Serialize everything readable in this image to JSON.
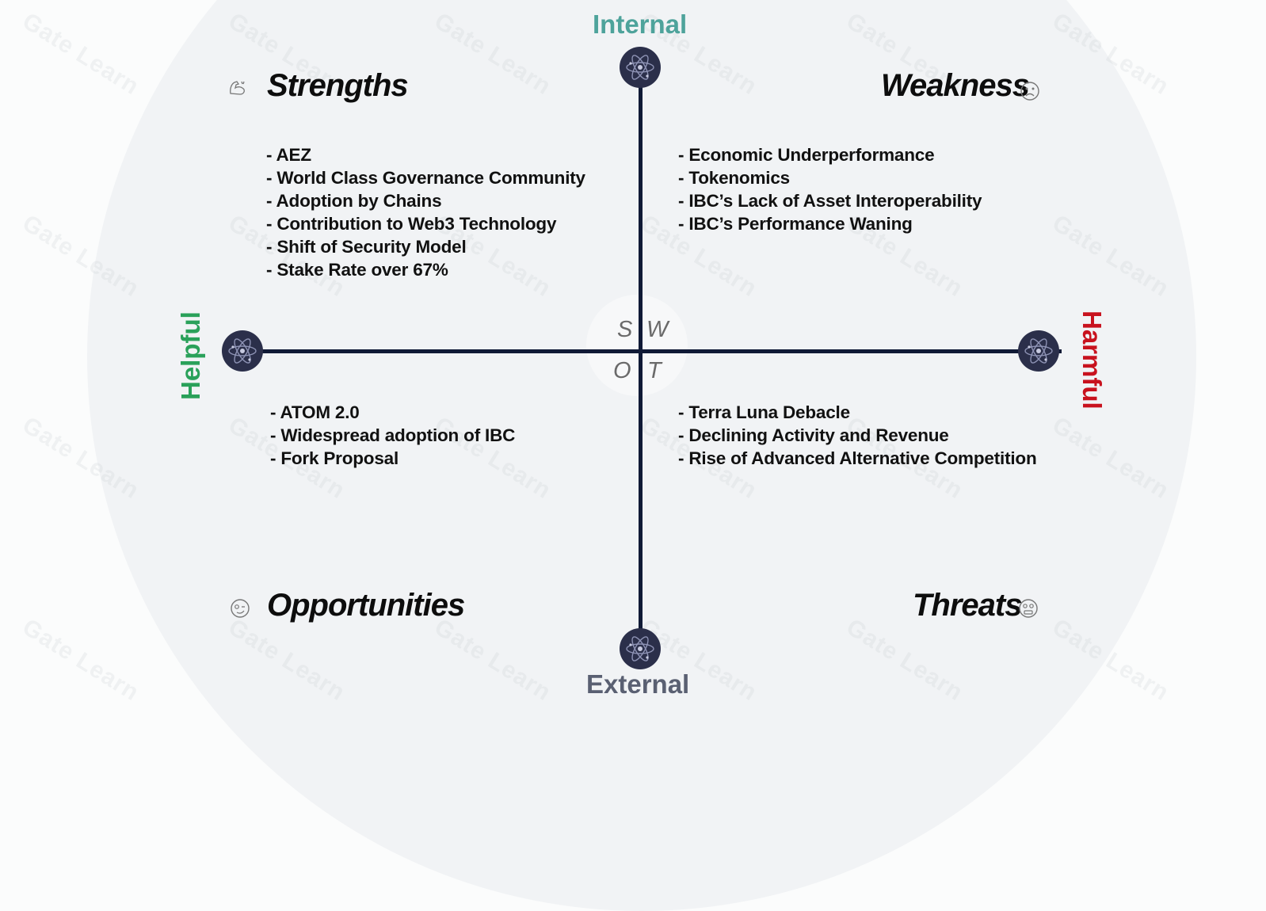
{
  "diagram": {
    "type": "SWOT analysis",
    "watermark": "Gate Learn",
    "axes": {
      "top": "Internal",
      "bottom": "External",
      "left": "Helpful",
      "right": "Harmful"
    },
    "axis_colors": {
      "internal": "#4ea39b",
      "external": "#5a6072",
      "helpful": "#2aa15a",
      "harmful": "#c8121e",
      "lines": "#101a36"
    },
    "center_letters": {
      "s": "S",
      "w": "W",
      "o": "O",
      "t": "T"
    },
    "node_icon": "cosmos-atom-icon",
    "quadrants": {
      "strengths": {
        "title": "Strengths",
        "icon": "flexed-bicep-icon",
        "items": [
          "- AEZ",
          "- World Class Governance Community",
          "- Adoption by Chains",
          "- Contribution to Web3 Technology",
          "- Shift of Security Model",
          "- Stake Rate over 67%"
        ]
      },
      "weakness": {
        "title": "Weakness",
        "icon": "sad-face-icon",
        "items": [
          "- Economic Underperformance",
          "- Tokenomics",
          "- IBC’s Lack of Asset Interoperability",
          "- IBC’s Performance Waning"
        ]
      },
      "opportunities": {
        "title": "Opportunities",
        "icon": "winking-face-icon",
        "items": [
          "- ATOM 2.0",
          "- Widespread adoption of IBC",
          "- Fork Proposal"
        ]
      },
      "threats": {
        "title": "Threats",
        "icon": "worried-face-icon",
        "items": [
          "- Terra Luna Debacle",
          "- Declining Activity and Revenue",
          "- Rise of Advanced Alternative Competition"
        ]
      }
    }
  }
}
